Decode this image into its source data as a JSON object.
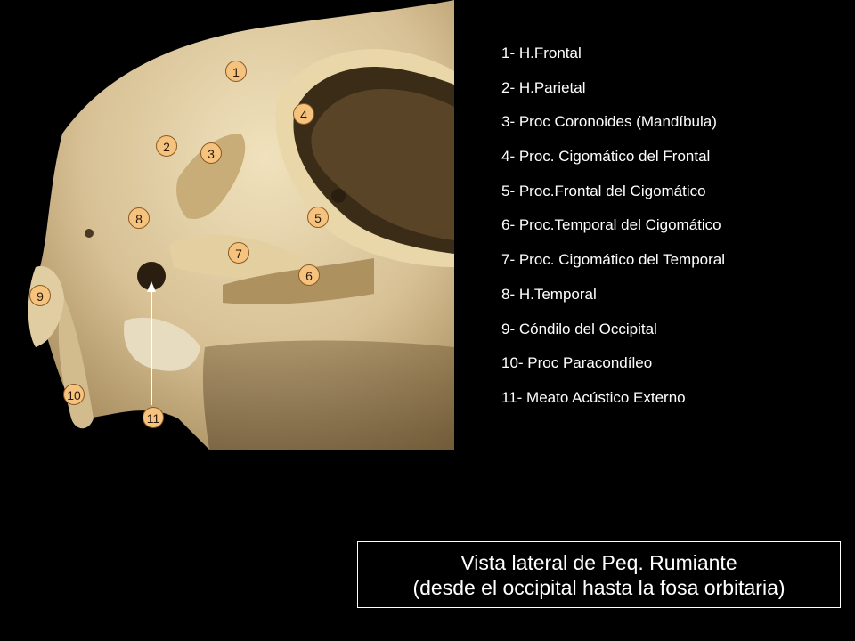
{
  "legend": {
    "items": [
      "1- H.Frontal",
      "2- H.Parietal",
      "3- Proc Coronoides (Mandíbula)",
      "4- Proc. Cigomático del Frontal",
      "5- Proc.Frontal del Cigomático",
      "6- Proc.Temporal del Cigomático",
      "7- Proc. Cigomático del Temporal",
      "8- H.Temporal",
      "9- Cóndilo del Occipital",
      "10- Proc Paracondíleo",
      "11- Meato Acústico Externo"
    ]
  },
  "markers": [
    "1",
    "2",
    "3",
    "4",
    "5",
    "6",
    "7",
    "8",
    "9",
    "10",
    "11"
  ],
  "caption": {
    "line1": "Vista lateral de Peq. Rumiante",
    "line2": "(desde el occipital hasta la fosa orbitaria)"
  },
  "colors": {
    "background": "#000000",
    "bone": "#d8c49a",
    "marker": "#f6c37e",
    "text": "#ffffff"
  }
}
